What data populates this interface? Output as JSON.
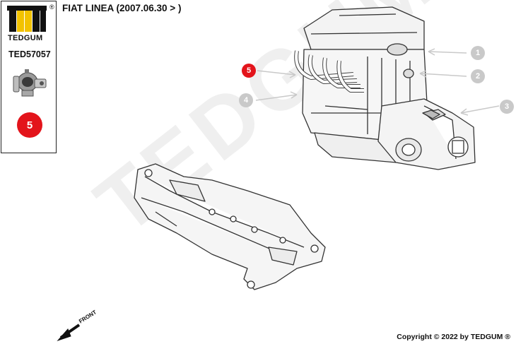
{
  "header": {
    "title": "FIAT LINEA (2007.06.30 > )"
  },
  "brand": {
    "name": "TEDGUM",
    "registered_mark": "®",
    "part_code": "TED57057",
    "part_number_badge": "5",
    "watermark_text": "TEDGUM"
  },
  "callouts": [
    {
      "label": "1"
    },
    {
      "label": "2"
    },
    {
      "label": "3"
    },
    {
      "label": "4"
    },
    {
      "label": "5"
    }
  ],
  "front_label": "FRONT",
  "copyright": "Copyright © 2022 by TEDGUM ®",
  "colors": {
    "accent_red": "#e3141b",
    "logo_yellow": "#f2c200",
    "callout_grey": "#c9c9c9",
    "line": "#333333"
  }
}
